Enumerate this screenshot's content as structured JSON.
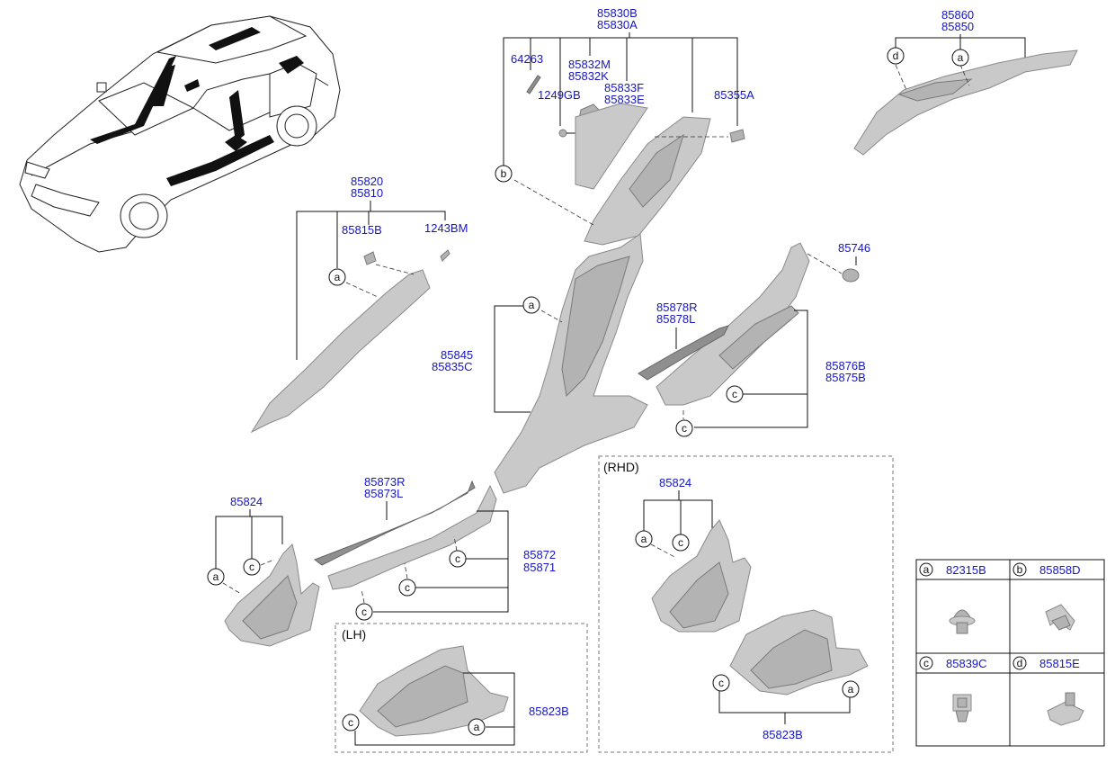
{
  "labels": {
    "p85830B": "85830B",
    "p85830A": "85830A",
    "p64263": "64263",
    "p85832M": "85832M",
    "p85832K": "85832K",
    "p1249GB": "1249GB",
    "p85833F": "85833F",
    "p85833E": "85833E",
    "p85355A": "85355A",
    "p85860": "85860",
    "p85850": "85850",
    "p85820": "85820",
    "p85810": "85810",
    "p85815B": "85815B",
    "p1243BM": "1243BM",
    "p85746": "85746",
    "p85878R": "85878R",
    "p85878L": "85878L",
    "p85845": "85845",
    "p85835C": "85835C",
    "p85876B": "85876B",
    "p85875B": "85875B",
    "p85873R": "85873R",
    "p85873L": "85873L",
    "p85824_lh": "85824",
    "p85872": "85872",
    "p85871": "85871",
    "p85823B_lh": "85823B",
    "p85824_rhd": "85824",
    "p85823B_rhd": "85823B"
  },
  "sections": {
    "rhd": "(RHD)",
    "lh": "(LH)"
  },
  "callouts": {
    "a": "a",
    "b": "b",
    "c": "c",
    "d": "d"
  },
  "legend": [
    {
      "letter": "a",
      "part": "82315B"
    },
    {
      "letter": "b",
      "part": "85858D"
    },
    {
      "letter": "c",
      "part": "85839C"
    },
    {
      "letter": "d",
      "part": "85815E"
    }
  ]
}
